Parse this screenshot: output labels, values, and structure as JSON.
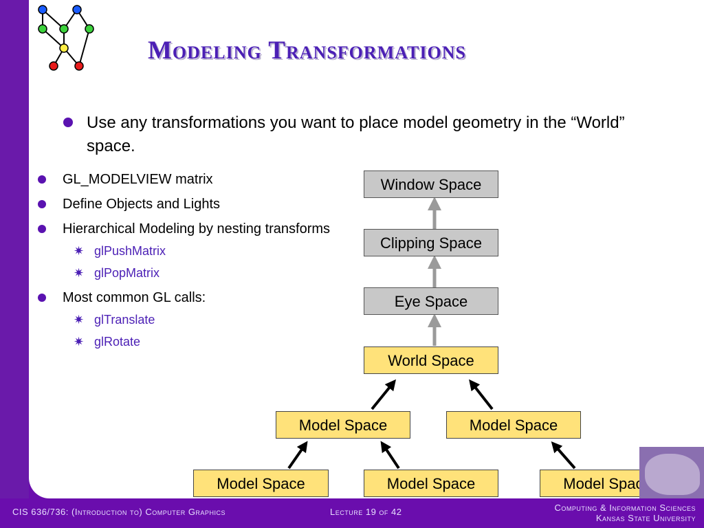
{
  "title": "Modeling Transformations",
  "main_bullet": "Use any transformations you want to place model geometry in the “World” space.",
  "left_items": [
    {
      "text": "GL_MODELVIEW matrix",
      "sub": []
    },
    {
      "text": "Define Objects and Lights",
      "sub": []
    },
    {
      "text": "Hierarchical Modeling by nesting transforms",
      "sub": [
        "glPushMatrix",
        "glPopMatrix"
      ]
    },
    {
      "text": "Most common GL calls:",
      "sub": [
        "glTranslate",
        "glRotate"
      ]
    }
  ],
  "diagram": {
    "window": "Window Space",
    "clipping": "Clipping Space",
    "eye": "Eye Space",
    "world": "World Space",
    "model_mid_left": "Model Space",
    "model_mid_right": "Model Space",
    "model_bottom_left": "Model Space",
    "model_bottom_center": "Model Space",
    "model_bottom_right": "Model Space"
  },
  "footer": {
    "course": "CIS 636/736: (Introduction to) Computer Graphics",
    "lecture": "Lecture 19 of 42",
    "dept_line1": "Computing & Information Sciences",
    "dept_line2": "Kansas State University"
  },
  "colors": {
    "background": "#6a0dad",
    "title": "#4b1fb5",
    "box_gray": "#c8c8c8",
    "box_yellow": "#ffe27a",
    "arrow_gray": "#9a9a9a",
    "arrow_black": "#000000"
  }
}
